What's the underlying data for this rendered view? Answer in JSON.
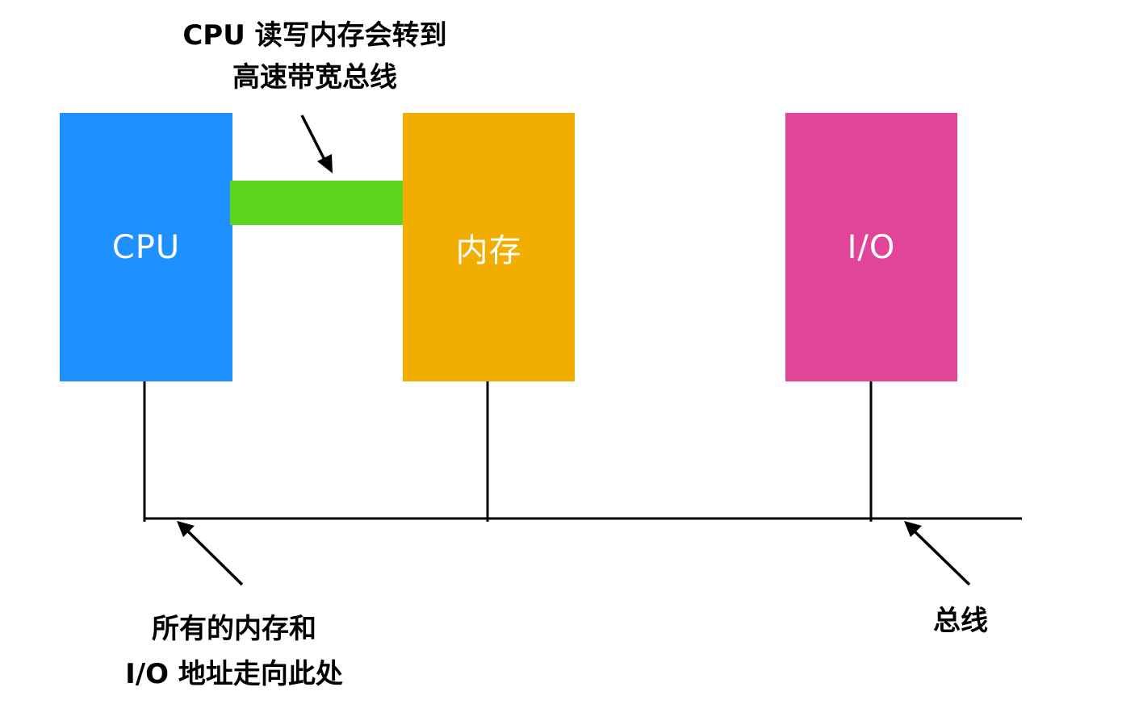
{
  "diagram": {
    "title": "Memory bus architecture",
    "components": [
      {
        "id": "cpu",
        "label": "CPU",
        "color": "#1E90FF"
      },
      {
        "id": "memory",
        "label": "内存",
        "color": "#F2AE00"
      },
      {
        "id": "io",
        "label": "I/O",
        "color": "#E2449A"
      }
    ],
    "high_speed_bus": {
      "color": "#5DD51D",
      "connects": [
        "cpu",
        "memory"
      ]
    },
    "system_bus": {
      "color": "#000000",
      "connects": [
        "cpu",
        "memory",
        "io"
      ]
    },
    "annotations": {
      "top": {
        "line1": "CPU 读写内存会转到",
        "line2": "高速带宽总线"
      },
      "bottom_left": {
        "line1": "所有的内存和",
        "line2": "I/O 地址走向此处"
      },
      "bottom_right": {
        "line1": "总线"
      }
    }
  }
}
